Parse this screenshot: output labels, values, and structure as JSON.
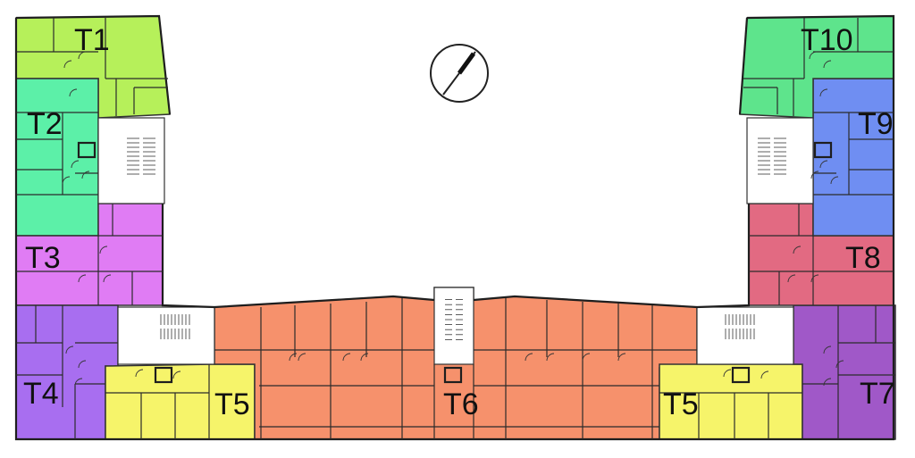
{
  "units": [
    {
      "id": "T1",
      "label": "T1",
      "color": "#b6f05a"
    },
    {
      "id": "T2",
      "label": "T2",
      "color": "#5cf0a8"
    },
    {
      "id": "T3",
      "label": "T3",
      "color": "#e07cf4"
    },
    {
      "id": "T4",
      "label": "T4",
      "color": "#a86ef0"
    },
    {
      "id": "T5a",
      "label": "T5",
      "color": "#f6f46a"
    },
    {
      "id": "T6",
      "label": "T6",
      "color": "#f6916c"
    },
    {
      "id": "T5b",
      "label": "T5",
      "color": "#f6f46a"
    },
    {
      "id": "T7",
      "label": "T7",
      "color": "#a058c8"
    },
    {
      "id": "T8",
      "label": "T8",
      "color": "#e26a82"
    },
    {
      "id": "T9",
      "label": "T9",
      "color": "#6f8ef2"
    },
    {
      "id": "T10",
      "label": "T10",
      "color": "#5ee48c"
    }
  ],
  "north_arrow": {
    "icon": "north-arrow-icon"
  }
}
